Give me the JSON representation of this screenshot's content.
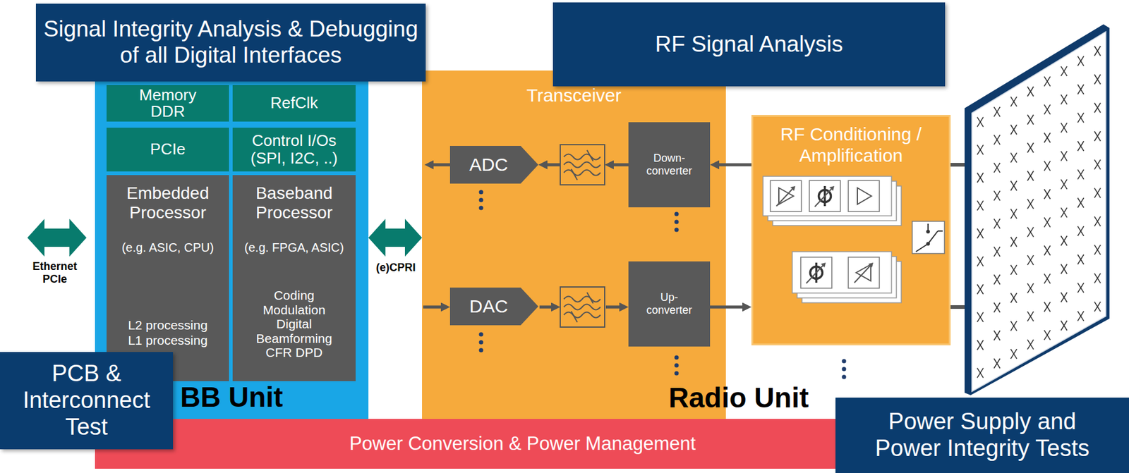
{
  "diagram": {
    "nodes": [
      {
        "text": [
          "Signal Integrity Analysis & Debugging of all Digital Interfaces"
        ]
      },
      {
        "text": [
          "RF Signal Analysis"
        ]
      },
      {
        "text": [
          "BB Unit"
        ]
      },
      {
        "text": [
          "Memory DDR"
        ],
        "in": 2
      },
      {
        "text": [
          "RefClk"
        ],
        "in": 2
      },
      {
        "text": [
          "PCIe"
        ],
        "in": 2
      },
      {
        "text": [
          "Control I/Os (SPI, I2C, ..)"
        ],
        "in": 2
      },
      {
        "text": [
          "Embedded Processor",
          "(e.g. ASIC, CPU)",
          "L2 processing L1 processing"
        ],
        "in": 2
      },
      {
        "text": [
          "Baseband Processor",
          "(e.g. FPGA, ASIC)",
          "Coding Modulation Digital Beamforming CFR DPD"
        ],
        "in": 2
      },
      {
        "text": [
          "Transceiver"
        ]
      },
      {
        "text": [
          "ADC"
        ],
        "in": 9
      },
      {
        "text": [
          "Down-converter"
        ],
        "in": 9
      },
      {
        "text": [
          "DAC"
        ],
        "in": 9
      },
      {
        "text": [
          "Up-converter"
        ],
        "in": 9
      },
      {
        "text": [
          "RF Conditioning / Amplification"
        ]
      },
      {
        "text": [
          "Power Conversion & Power Management"
        ]
      },
      {
        "text": [
          "PCB & Interconnect Test"
        ]
      },
      {
        "text": [
          "Power Supply and Power Integrity Tests"
        ]
      }
    ],
    "edges": [
      {
        "from": 14,
        "to": 11,
        "arrow": "to"
      },
      {
        "from": 13,
        "to": 14,
        "arrow": "to"
      }
    ],
    "labels": [
      "Ethernet PCIe",
      "(e)CPRI",
      "Radio Unit"
    ]
  }
}
